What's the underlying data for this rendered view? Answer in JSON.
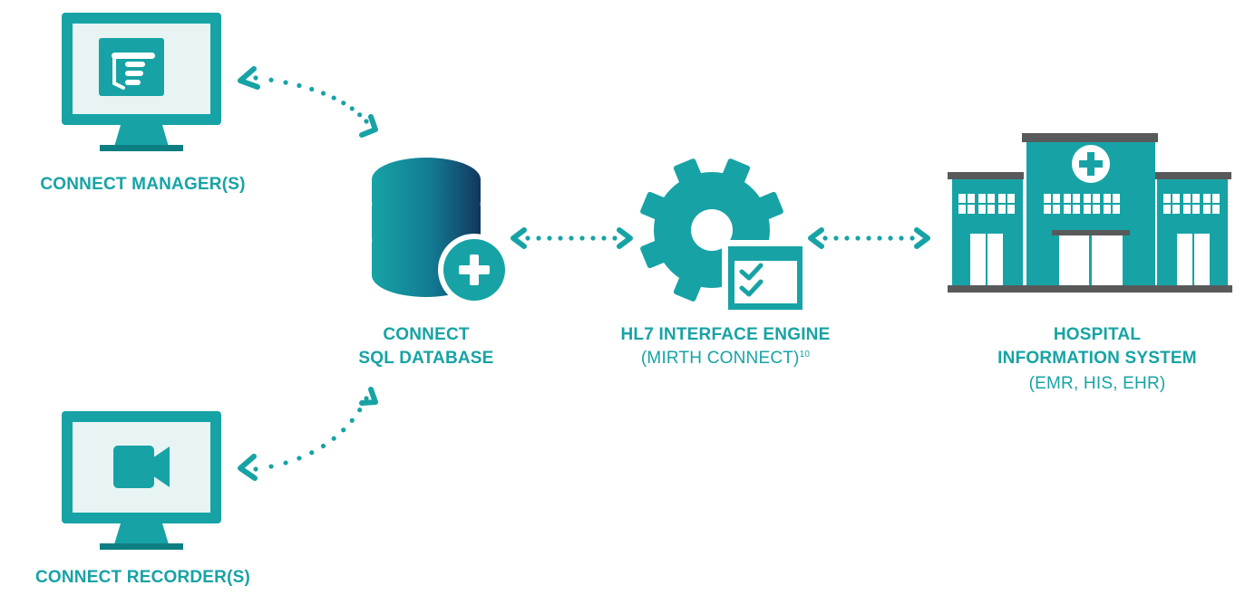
{
  "colors": {
    "teal": "#17a3a5",
    "dark_teal": "#0d7f82",
    "screen": "#e8f4f4",
    "navy": "#12375e",
    "roof": "#58595b"
  },
  "nodes": {
    "manager": {
      "label": "CONNECT MANAGER(S)",
      "icon": "pointing-hand-icon"
    },
    "recorder": {
      "label": "CONNECT RECORDER(S)",
      "icon": "video-camera-icon"
    },
    "database": {
      "line1": "CONNECT",
      "line2": "SQL DATABASE",
      "icon": "database-plus-icon"
    },
    "engine": {
      "line1": "HL7 INTERFACE ENGINE",
      "line2": "(MIRTH CONNECT)",
      "sup": "10",
      "icon": "gear-checklist-icon"
    },
    "hospital": {
      "line1": "HOSPITAL",
      "line2": "INFORMATION SYSTEM",
      "line3": "(EMR, HIS, EHR)",
      "icon": "hospital-icon"
    }
  }
}
